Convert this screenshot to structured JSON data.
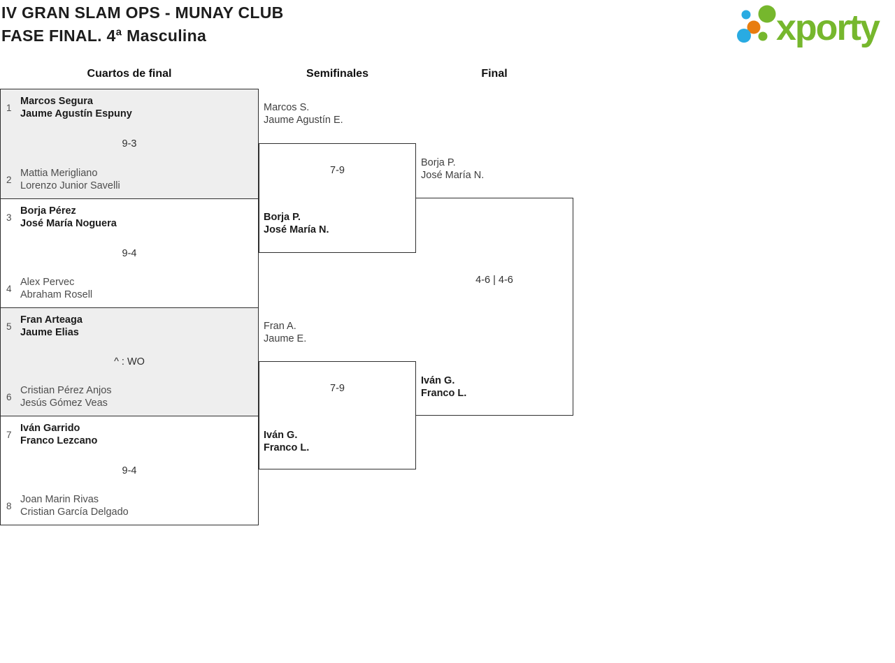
{
  "header": {
    "title_line1": "IV GRAN SLAM OPS - MUNAY CLUB",
    "title_line2": "FASE FINAL. 4ª Masculina"
  },
  "logo": {
    "text": "xporty",
    "green": "#76b72d",
    "blue": "#29abe2",
    "orange": "#e87d10"
  },
  "columns": [
    {
      "label": "Cuartos de final"
    },
    {
      "label": "Semifinales"
    },
    {
      "label": "Final"
    }
  ],
  "quarterfinals": [
    {
      "score": "9-3",
      "top": {
        "seed": "1",
        "winner": true,
        "players": [
          "Marcos Segura",
          "Jaume Agustín Espuny"
        ]
      },
      "bottom": {
        "seed": "2",
        "winner": false,
        "players": [
          "Mattia Merigliano",
          "Lorenzo Junior Savelli"
        ]
      }
    },
    {
      "score": "9-4",
      "top": {
        "seed": "3",
        "winner": true,
        "players": [
          "Borja Pérez",
          "José María Noguera"
        ]
      },
      "bottom": {
        "seed": "4",
        "winner": false,
        "players": [
          "Alex Pervec",
          "Abraham Rosell"
        ]
      }
    },
    {
      "score": "^ : WO",
      "top": {
        "seed": "5",
        "winner": true,
        "players": [
          "Fran Arteaga",
          "Jaume Elias"
        ]
      },
      "bottom": {
        "seed": "6",
        "winner": false,
        "players": [
          "Cristian Pérez Anjos",
          "Jesús Gómez Veas"
        ]
      }
    },
    {
      "score": "9-4",
      "top": {
        "seed": "7",
        "winner": true,
        "players": [
          "Iván Garrido",
          "Franco Lezcano"
        ]
      },
      "bottom": {
        "seed": "8",
        "winner": false,
        "players": [
          "Joan Marin Rivas",
          "Cristian García Delgado"
        ]
      }
    }
  ],
  "semifinals": [
    {
      "score": "7-9",
      "top": {
        "winner": false,
        "players": [
          "Marcos S.",
          "Jaume Agustín E."
        ]
      },
      "bottom": {
        "winner": true,
        "players": [
          "Borja P.",
          "José María N."
        ]
      }
    },
    {
      "score": "7-9",
      "top": {
        "winner": false,
        "players": [
          "Fran A.",
          "Jaume E."
        ]
      },
      "bottom": {
        "winner": true,
        "players": [
          "Iván G.",
          "Franco L."
        ]
      }
    }
  ],
  "final": {
    "score": "4-6 | 4-6",
    "top": {
      "winner": false,
      "players": [
        "Borja P.",
        "José María N."
      ]
    },
    "bottom": {
      "winner": true,
      "players": [
        "Iván G.",
        "Franco L."
      ]
    }
  }
}
